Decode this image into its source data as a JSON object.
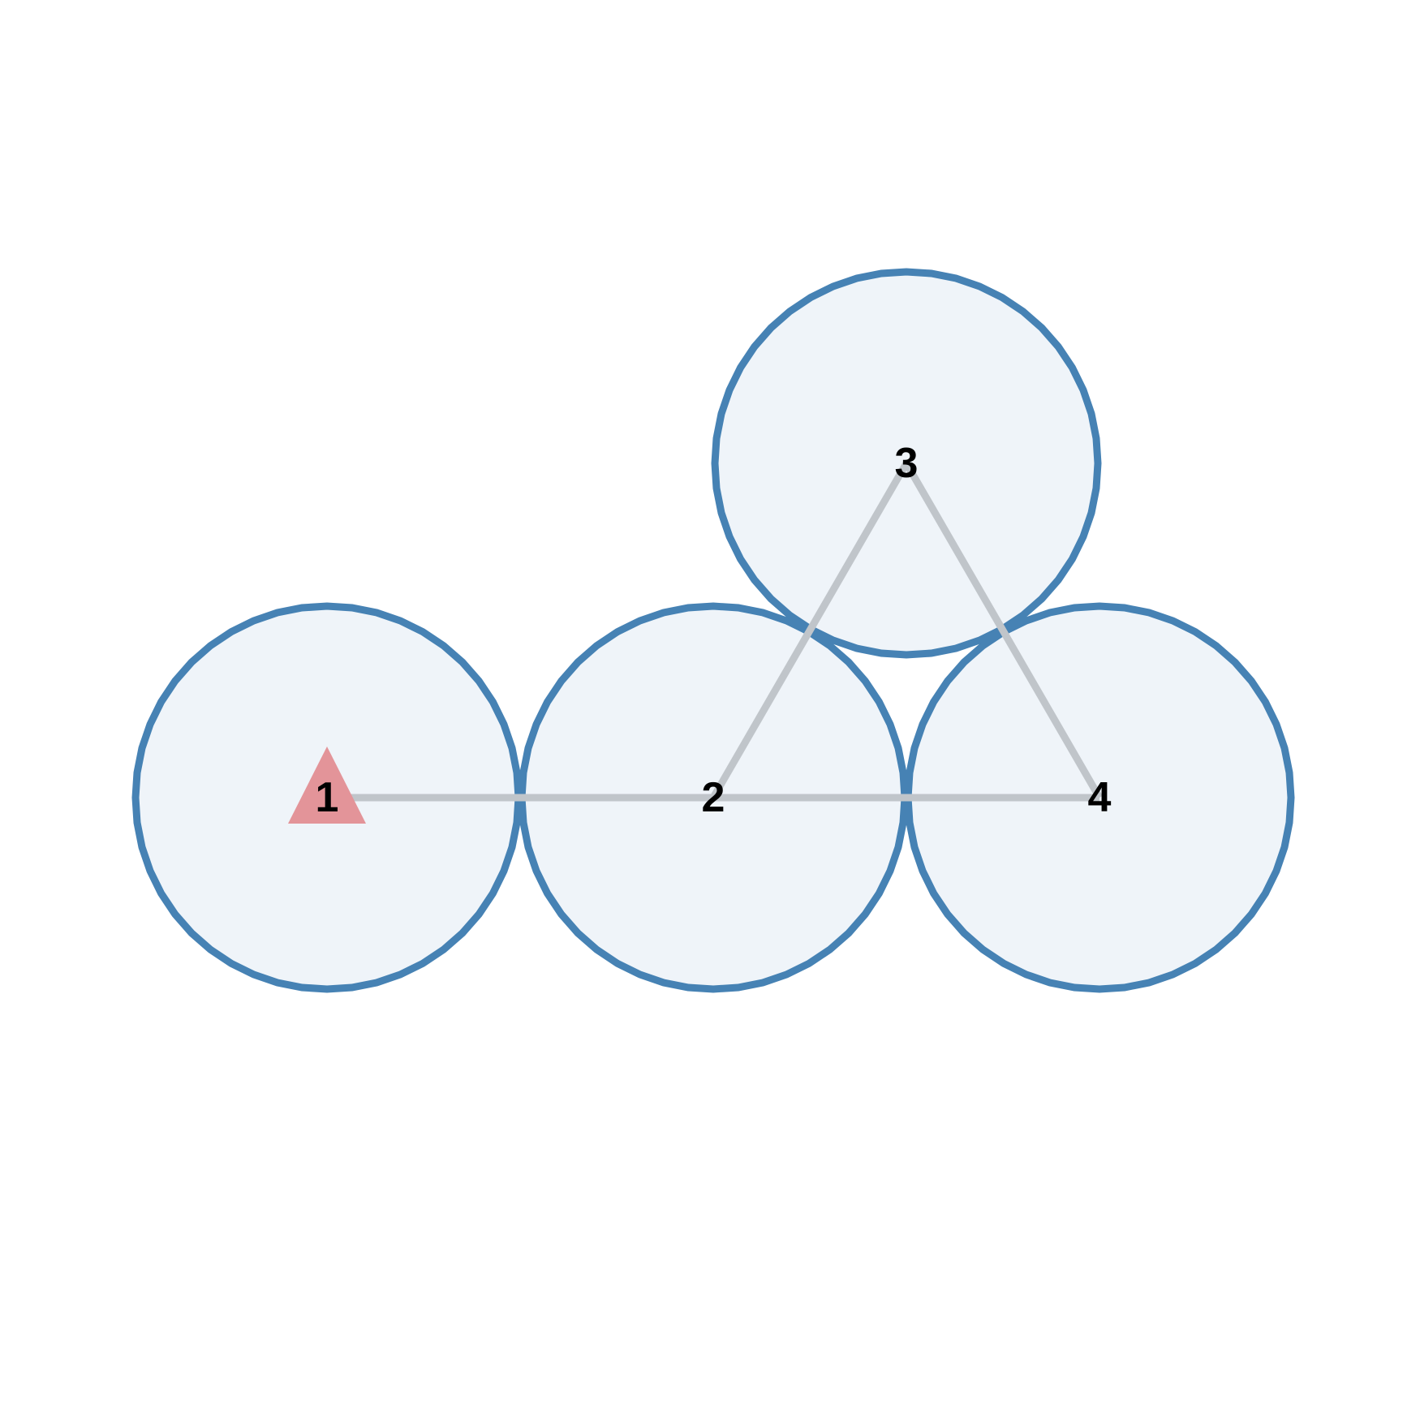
{
  "diagram": {
    "nodes": [
      {
        "id": "1",
        "label": "1",
        "marker": "triangle"
      },
      {
        "id": "2",
        "label": "2"
      },
      {
        "id": "3",
        "label": "3"
      },
      {
        "id": "4",
        "label": "4"
      }
    ],
    "edges": [
      {
        "from": "1",
        "to": "2"
      },
      {
        "from": "2",
        "to": "3"
      },
      {
        "from": "2",
        "to": "4"
      },
      {
        "from": "3",
        "to": "4"
      }
    ],
    "colors": {
      "circle_fill": "#eff4f9",
      "circle_stroke": "#4682b4",
      "edge": "#c0c5ca",
      "marker": "#e39499",
      "label": "#000000"
    }
  }
}
